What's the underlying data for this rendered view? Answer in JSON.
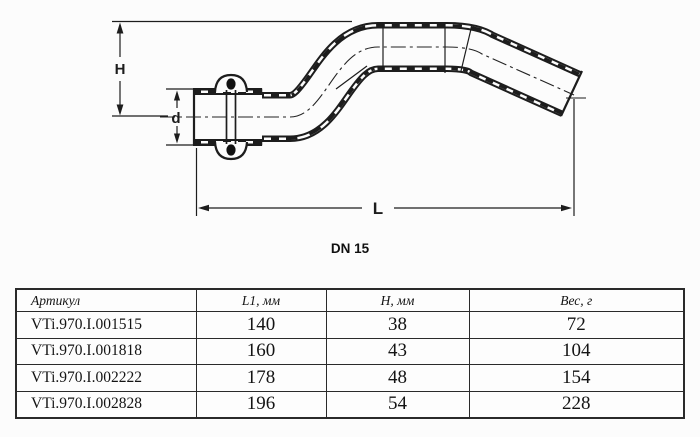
{
  "drawing": {
    "type": "technical-drawing",
    "subject": "press-fitting crossover pipe",
    "labels": {
      "height_dim": "H",
      "diameter_dim": "d",
      "length_dim": "L",
      "size": "DN 15"
    }
  },
  "colors": {
    "line": "#1d1d1d",
    "table_border": "#2a2a2a",
    "background": "#fcfcfc"
  },
  "table": {
    "headers": [
      "Артикул",
      "L1, мм",
      "Н, мм",
      "Вес, г"
    ],
    "rows": [
      [
        "VTi.970.I.001515",
        "140",
        "38",
        "72"
      ],
      [
        "VTi.970.I.001818",
        "160",
        "43",
        "104"
      ],
      [
        "VTi.970.I.002222",
        "178",
        "48",
        "154"
      ],
      [
        "VTi.970.I.002828",
        "196",
        "54",
        "228"
      ]
    ]
  }
}
